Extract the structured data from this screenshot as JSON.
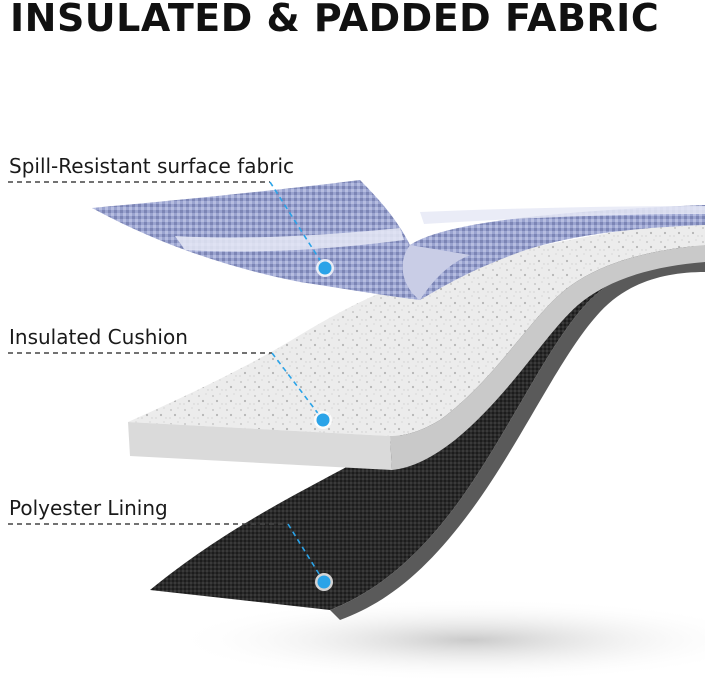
{
  "title": "INSULATED & PADDED FABRIC",
  "layers": [
    {
      "label": "Spill-Resistant surface fabric",
      "icon": "fabric-layer-icon"
    },
    {
      "label": "Insulated Cushion",
      "icon": "foam-layer-icon"
    },
    {
      "label": "Polyester Lining",
      "icon": "lining-layer-icon"
    }
  ],
  "colors": {
    "accent": "#2aa3e8",
    "surface_fabric": "#8f98c4",
    "cushion": "#e6e6e6",
    "lining": "#2b2b2b"
  }
}
